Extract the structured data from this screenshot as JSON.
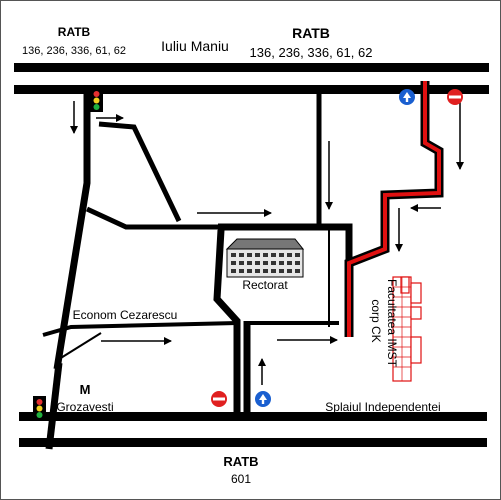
{
  "labels": {
    "ratb_top_left": "RATB",
    "ratb_top_left_routes": "136, 236, 336, 61, 62",
    "street_iuliu_maniu": "Iuliu Maniu",
    "ratb_top_right": "RATB",
    "ratb_top_right_routes": "136, 236, 336, 61, 62",
    "rectorat": "Rectorat",
    "street_econom_cezarescu": "Econom Cezarescu",
    "metro_m": "M",
    "metro_grozavesti": "Grozavesti",
    "street_splaiul_independentei": "Splaiul Independentei",
    "ratb_bottom": "RATB",
    "ratb_bottom_route": "601",
    "faculty_line1": "Facultatea IMST",
    "faculty_line2": "corp CK"
  },
  "colors": {
    "road": "#000000",
    "route": "#e01010",
    "faculty_building": "#e01010",
    "no_entry_sign": "#e02020",
    "info_sign": "#1a5fd0"
  },
  "icons": [
    "traffic-light-icon",
    "no-entry-sign-icon",
    "one-way-info-sign-icon",
    "building-icon"
  ]
}
